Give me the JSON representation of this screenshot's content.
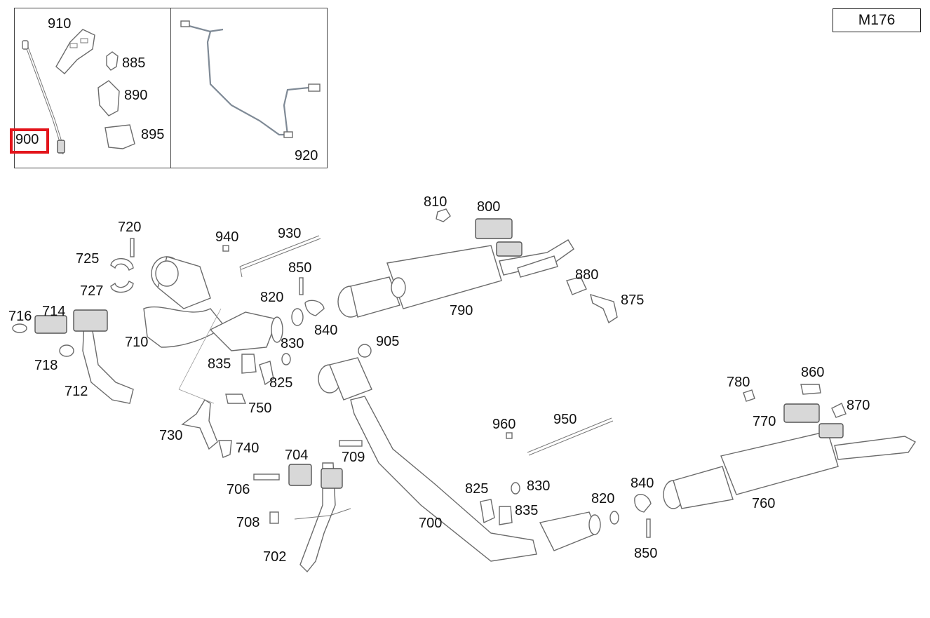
{
  "model": "M176",
  "selected_part": "900",
  "parts": {
    "p900": "900",
    "p910": "910",
    "p885": "885",
    "p890": "890",
    "p895": "895",
    "p920": "920",
    "p720": "720",
    "p725": "725",
    "p727": "727",
    "p716": "716",
    "p714": "714",
    "p718": "718",
    "p712": "712",
    "p710": "710",
    "p940": "940",
    "p930": "930",
    "p850a": "850",
    "p820a": "820",
    "p840a": "840",
    "p830a": "830",
    "p835a": "835",
    "p825a": "825",
    "p750": "750",
    "p730": "730",
    "p740": "740",
    "p810": "810",
    "p800": "800",
    "p790": "790",
    "p880": "880",
    "p875": "875",
    "p905": "905",
    "p704": "704",
    "p709": "709",
    "p706": "706",
    "p708": "708",
    "p702": "702",
    "p700": "700",
    "p960": "960",
    "p950": "950",
    "p825b": "825",
    "p830b": "830",
    "p835b": "835",
    "p820b": "820",
    "p840b": "840",
    "p850b": "850",
    "p780": "780",
    "p860": "860",
    "p870": "870",
    "p770": "770",
    "p760": "760"
  },
  "colors": {
    "highlight": "#e3141b",
    "line": "#6b6b6b",
    "wire": "#7f8a96"
  }
}
